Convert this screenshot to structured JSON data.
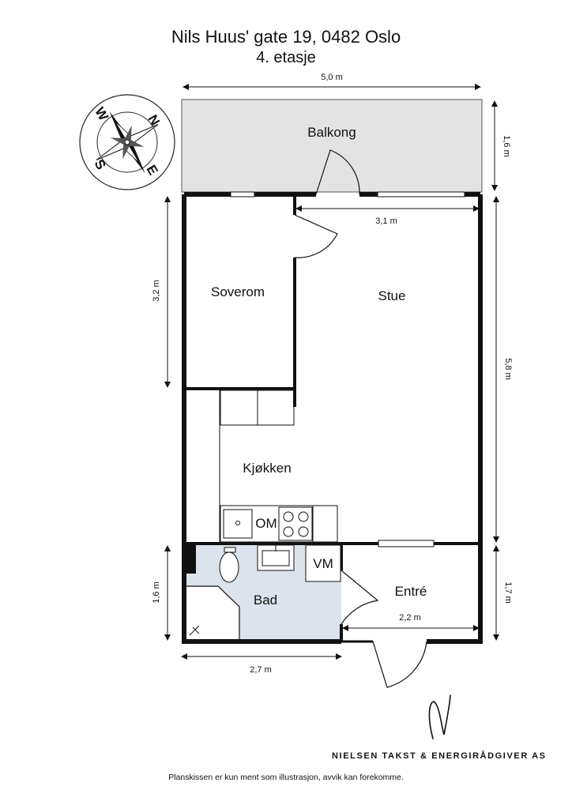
{
  "header": {
    "address": "Nils Huus' gate 19, 0482 Oslo",
    "floor": "4. etasje"
  },
  "rooms": {
    "balcony": "Balkong",
    "bedroom": "Soverom",
    "living": "Stue",
    "kitchen": "Kjøkken",
    "bath": "Bad",
    "entrance": "Entré",
    "oven": "OM",
    "water_heater": "VM"
  },
  "dimensions": {
    "top_width": "5,0 m",
    "balcony_depth": "1,6 m",
    "living_width": "3,1 m",
    "bedroom_depth": "3,2 m",
    "total_depth": "5,8 m",
    "bath_depth": "1,6 m",
    "entrance_depth": "1,7 m",
    "entrance_width": "2,2 m",
    "bottom_width": "2,7 m"
  },
  "compass": {
    "n": "N",
    "s": "S",
    "e": "E",
    "w": "W"
  },
  "footer": {
    "company": "NIELSEN TAKST & ENERGIRÅDGIVER AS",
    "disclaimer": "Planskissen er kun ment som illustrasjon, avvik kan forekomme."
  },
  "colors": {
    "balcony_fill": "#e3e3e3",
    "bath_fill": "#dde3ec",
    "wall": "#111111"
  }
}
